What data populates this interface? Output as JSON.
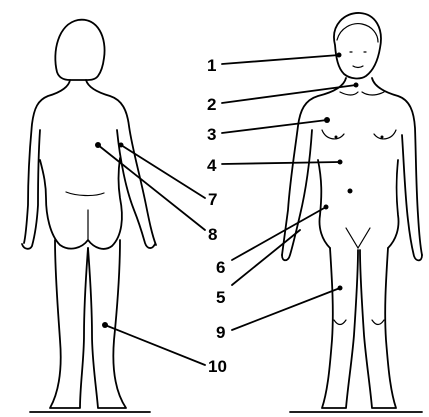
{
  "callouts": [
    {
      "id": "1",
      "label": "1"
    },
    {
      "id": "2",
      "label": "2"
    },
    {
      "id": "3",
      "label": "3"
    },
    {
      "id": "4",
      "label": "4"
    },
    {
      "id": "5",
      "label": "5"
    },
    {
      "id": "6",
      "label": "6"
    },
    {
      "id": "7",
      "label": "7"
    },
    {
      "id": "8",
      "label": "8"
    },
    {
      "id": "9",
      "label": "9"
    },
    {
      "id": "10",
      "label": "10"
    }
  ],
  "colors": {
    "ink": "#000000",
    "paper": "#ffffff"
  }
}
